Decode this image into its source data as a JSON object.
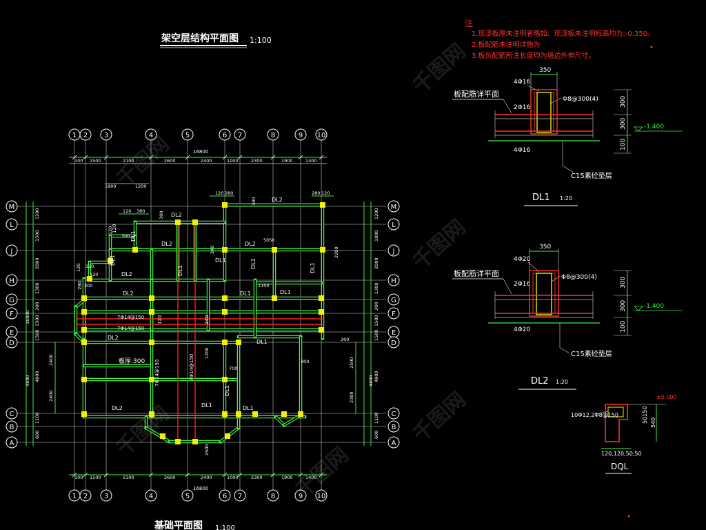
{
  "plan": {
    "title": "架空层结构平面图",
    "scale": "1:100",
    "bottom_title": "基础平面图",
    "bottom_scale": "1:100",
    "total_width": "16800",
    "total_height": "16800",
    "col_labels": [
      "1",
      "2",
      "3",
      "4",
      "5",
      "6",
      "7",
      "8",
      "9",
      "10"
    ],
    "row_labels": [
      "M",
      "L",
      "J",
      "H",
      "G",
      "F",
      "E",
      "D",
      "C",
      "B",
      "A"
    ],
    "top_dims": [
      "100",
      "1500",
      "2100",
      "2600",
      "2400",
      "1000",
      "2300",
      "1900",
      "1400"
    ],
    "left_dims": [
      "1200",
      "1500",
      "2000",
      "1300",
      "200",
      "1500",
      "1500",
      "4800",
      "1100",
      "600"
    ],
    "right_dims": [
      "1200",
      "1800",
      "2000",
      "1300",
      "200",
      "1500",
      "1500",
      "4800",
      "1100",
      "600"
    ],
    "left_groups": [
      "16800",
      "4800"
    ],
    "inner_left_dims": [
      "2400",
      "2400"
    ],
    "inner_right_dims": [
      "2500",
      "2300"
    ],
    "beam_labels": [
      "DL2",
      "DL2",
      "DL2",
      "DL2",
      "DL1",
      "DL1",
      "DL1",
      "DL1",
      "DL2",
      "DL1",
      "DL2",
      "DL1",
      "DL1",
      "DL1",
      "DL2",
      "DL2",
      "DL1",
      "DL1",
      "DL1",
      "DL1"
    ],
    "small_dims": [
      "1900",
      "1200",
      "120",
      "280",
      "280",
      "120",
      "300",
      "120",
      "380",
      "5050",
      "2200",
      "1100",
      "120",
      "240",
      "300",
      "120",
      "120",
      "120",
      "300",
      "300",
      "300",
      "700",
      "1200",
      "300",
      "300",
      "2500"
    ],
    "slab_label": "板厚:300",
    "rebar_labels": [
      "7Φ14@150",
      "7Φ14@150",
      "7Φ14@150",
      "7Φ14@150",
      "120",
      "240",
      "120",
      "280"
    ]
  },
  "notes": {
    "heading": "注",
    "items": [
      "1.现浇板厚未注明者略如：现浇板未注明标高均为:-0.350。",
      "2.板配筋未注明详施为",
      "3.板负配筋所注长度均为墙边外伸尺寸。"
    ]
  },
  "dl1": {
    "width_top": "350",
    "rebar_top": "4Φ16",
    "rebar_mid": "2Φ16",
    "rebar_bot": "4Φ16",
    "stirrup": "Φ8@300(4)",
    "plate_label": "板配筋详平面",
    "right_dims": [
      "300",
      "300",
      "100"
    ],
    "elevation": "-1.400",
    "cushion": "C15素砼垫层",
    "name": "DL1",
    "scale": "1:20"
  },
  "dl2": {
    "width_top": "350",
    "rebar_top": "4Φ20",
    "rebar_mid": "2Φ16",
    "rebar_bot": "4Φ20",
    "stirrup": "Φ8@300(4)",
    "plate_label": "板配筋详平面",
    "right_dims": [
      "300",
      "300",
      "100"
    ],
    "elevation": "-1.400",
    "cushion": "C15素砼垫层",
    "name": "DL2",
    "scale": "1:20"
  },
  "dql": {
    "name": "DQL",
    "rebar": "10Φ12,2Φ8@150",
    "elevation": "±0.000",
    "dim1": "50150",
    "dim2": "540",
    "bottom_dims": "120,120,50,50"
  },
  "watermark": "千图网",
  "colors": {
    "bg": "#000000",
    "wall": "#3ef03e",
    "column": "#f0f000",
    "axis": "#d8d8d8",
    "beam_red": "#ff2020",
    "text": "#ffffff",
    "note_red": "#ff3030"
  }
}
